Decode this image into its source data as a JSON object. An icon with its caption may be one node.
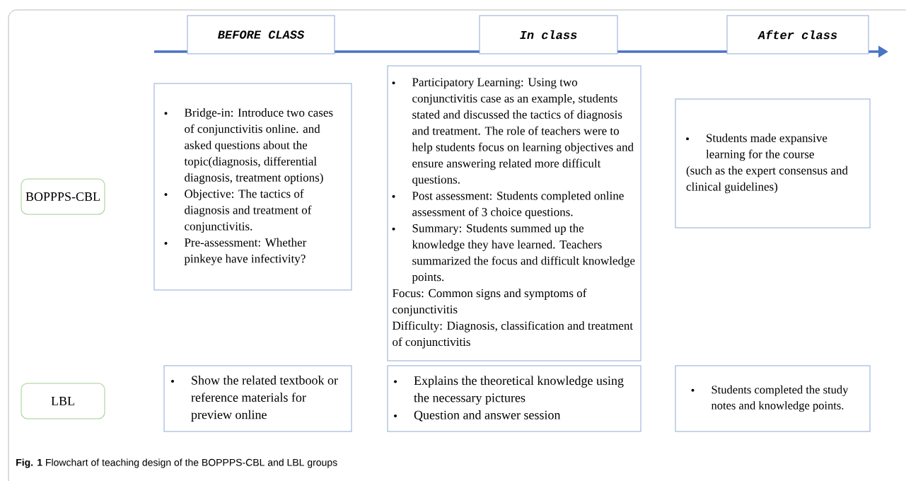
{
  "diagram": {
    "caption": "**Fig. 1** Flowchart of teaching design of the BOPPPS-CBL and LBL groups",
    "nodes": [
      {
        "text": [
          "BEFORE CLASS"
        ]
      },
      {
        "text": [
          "In class"
        ]
      },
      {
        "text": [
          "After class"
        ]
      },
      {
        "text": [
          "BOPPPS-CBL"
        ]
      },
      {
        "text": [
          "Bridge-in: Introduce two cases of conjunctivitis online. and asked questions about the topic(diagnosis, differential diagnosis, treatment options)",
          "Objective: The tactics of diagnosis and treatment of conjunctivitis.",
          "Pre-assessment: Whether pinkeye have infectivity?"
        ]
      },
      {
        "text": [
          "Participatory Learning: Using two conjunctivitis case as an example, students stated and discussed the tactics of diagnosis and treatment. The role of teachers were to help students focus on learning objectives and ensure answering related more difficult questions.",
          "Post assessment: Students completed online assessment of 3 choice questions.",
          "Summary: Students summed up the knowledge they have learned. Teachers summarized the focus and difficult knowledge points.",
          "Focus: Common signs and symptoms of conjunctivitis",
          "Difficulty: Diagnosis, classification and treatment of conjunctivitis"
        ]
      },
      {
        "text": [
          "Students made expansive learning for the course",
          "(such as the expert consensus and clinical guidelines)"
        ]
      },
      {
        "text": [
          "LBL"
        ]
      },
      {
        "text": [
          "Show the related textbook or reference materials for preview online"
        ]
      },
      {
        "text": [
          "Explains the theoretical knowledge using the necessary pictures",
          "Question and answer session"
        ]
      },
      {
        "text": [
          "Students completed the study notes and knowledge points."
        ]
      }
    ]
  }
}
